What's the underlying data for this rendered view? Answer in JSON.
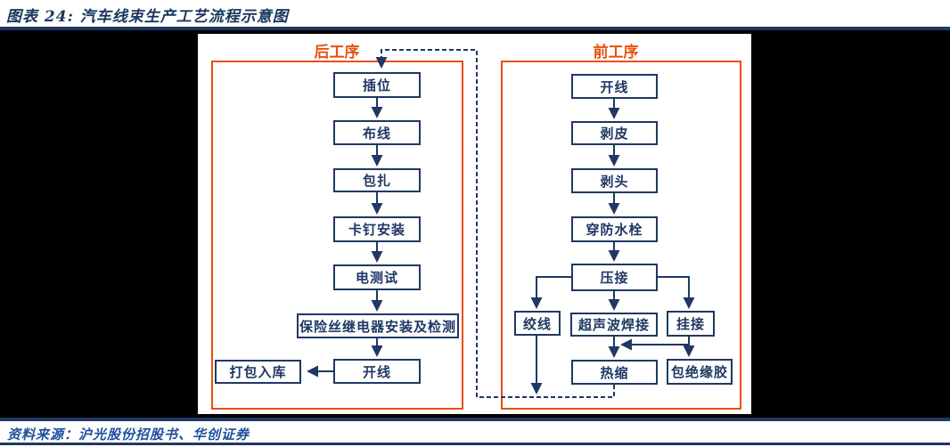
{
  "header": {
    "title": "图表 24:  汽车线束生产工艺流程示意图"
  },
  "footer": {
    "source": "资料来源：沪光股份招股书、华创证券"
  },
  "colors": {
    "navy": "#1F3864",
    "orange": "#E8500F",
    "title_navy": "#17365D",
    "source_blue": "#1D4F9C",
    "matte": "#000000"
  },
  "flow": {
    "post": {
      "label": "后工序",
      "steps": [
        "插位",
        "布线",
        "包扎",
        "卡钉安装",
        "电测试",
        "保险丝继电器安装及检测",
        "开线"
      ],
      "side_step": "打包入库"
    },
    "pre": {
      "label": "前工序",
      "steps": [
        "开线",
        "剥皮",
        "剥头",
        "穿防水栓",
        "压接"
      ],
      "branches": [
        "绞线",
        "超声波焊接",
        "挂接"
      ],
      "post_branches": [
        "热缩",
        "包绝缘胶"
      ]
    },
    "edges": [
      "插位→布线→包扎→卡钉安装→电测试→保险丝继电器安装及检测→开线→打包入库",
      "开线→剥皮→剥头→穿防水栓→压接",
      "压接→绞线",
      "压接→超声波焊接",
      "压接→挂接",
      "超声波焊接→热缩",
      "挂接→热缩",
      "挂接→包绝缘胶",
      "热缩⇢插位 (虚线回流)",
      "绞线⇢回流线"
    ]
  }
}
